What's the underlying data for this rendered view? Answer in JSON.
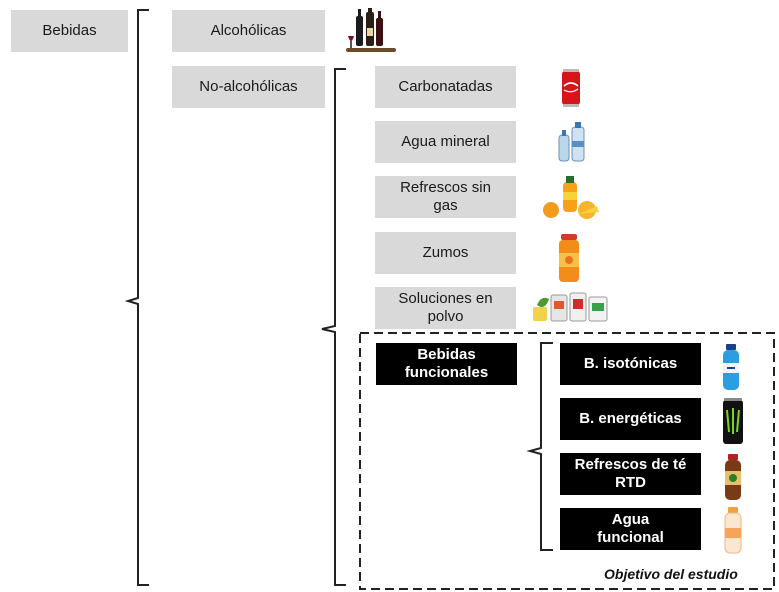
{
  "root": {
    "label": "Bebidas"
  },
  "level1": {
    "alcoholicas": "Alcohólicas",
    "no_alcoholicas": "No-alcohólicas"
  },
  "no_alcoholicas_items": {
    "carbonatadas": "Carbonatadas",
    "agua_mineral": "Agua mineral",
    "refrescos_sin_gas": "Refrescos sin gas",
    "zumos": "Zumos",
    "soluciones_polvo": "Soluciones en polvo"
  },
  "funcionales": {
    "label": "Bebidas funcionales",
    "items": {
      "isotonicas": "B. isotónicas",
      "energeticas": "B. energéticas",
      "refrescos_te": "Refrescos de té RTD",
      "agua_funcional": "Agua funcional"
    }
  },
  "study_scope": {
    "caption": "Objetivo del estudio"
  },
  "colors": {
    "grey_box": "#d9d9d9",
    "black_box": "#000000",
    "line": "#222222"
  },
  "icons": [
    "wine-bottles-icon",
    "cola-can-icon",
    "water-bottles-icon",
    "juice-fruit-icon",
    "juice-bottle-icon",
    "powder-sachets-icon",
    "isotonic-bottle-icon",
    "energy-drink-can-icon",
    "tea-bottle-icon",
    "functional-water-bottle-icon"
  ]
}
